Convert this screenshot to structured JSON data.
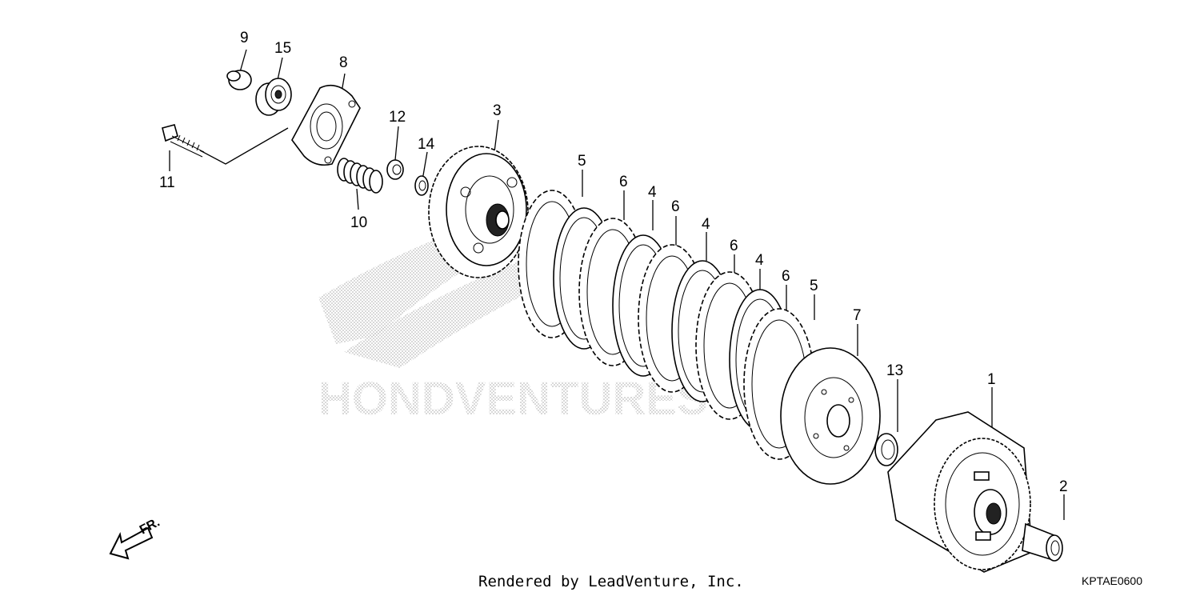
{
  "diagram": {
    "watermark_text": "HONDVENTURES",
    "footer": "Rendered by LeadVenture, Inc.",
    "diagram_code": "KPTAE0600",
    "direction_label": "FR.",
    "callouts": {
      "n1": "1",
      "n2": "2",
      "n3": "3",
      "n4a": "4",
      "n4b": "4",
      "n4c": "4",
      "n5a": "5",
      "n5b": "5",
      "n6a": "6",
      "n6b": "6",
      "n6c": "6",
      "n6d": "6",
      "n7": "7",
      "n8": "8",
      "n9": "9",
      "n10": "10",
      "n11": "11",
      "n12": "12",
      "n13": "13",
      "n14": "14",
      "n15": "15"
    }
  }
}
